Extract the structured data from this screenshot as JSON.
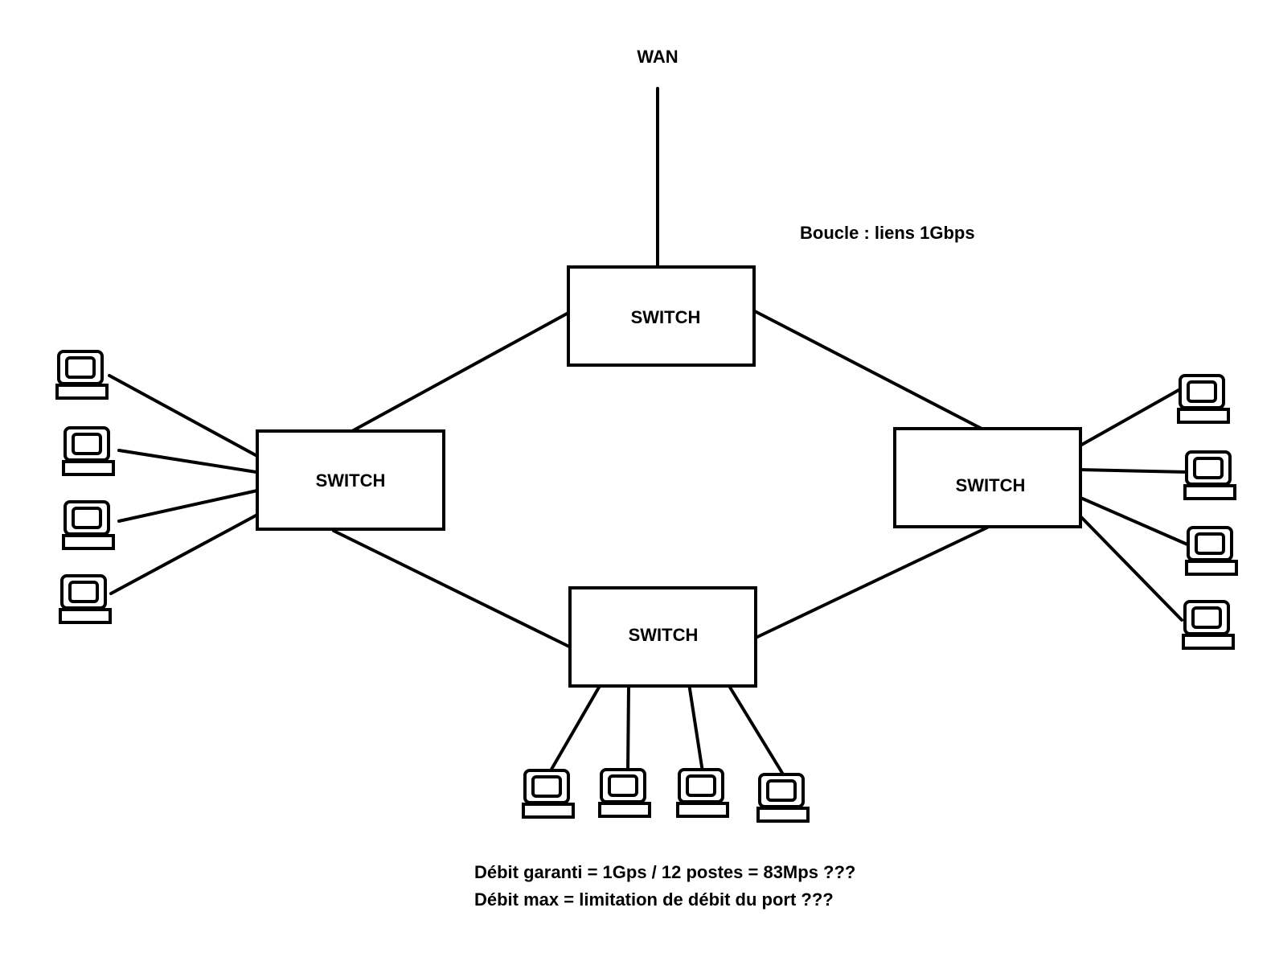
{
  "wan_label": "WAN",
  "loop_note": "Boucle : liens 1Gbps",
  "switches": [
    {
      "id": "top",
      "label": "SWITCH"
    },
    {
      "id": "left",
      "label": "SWITCH"
    },
    {
      "id": "right",
      "label": "SWITCH"
    },
    {
      "id": "bottom",
      "label": "SWITCH"
    }
  ],
  "notes": [
    "Débit garanti = 1Gps / 12 postes = 83Mps ???",
    "Débit max = limitation de débit du port ???"
  ],
  "colors": {
    "ink": "#000000",
    "background": "#ffffff"
  },
  "icon": "computer-icon"
}
